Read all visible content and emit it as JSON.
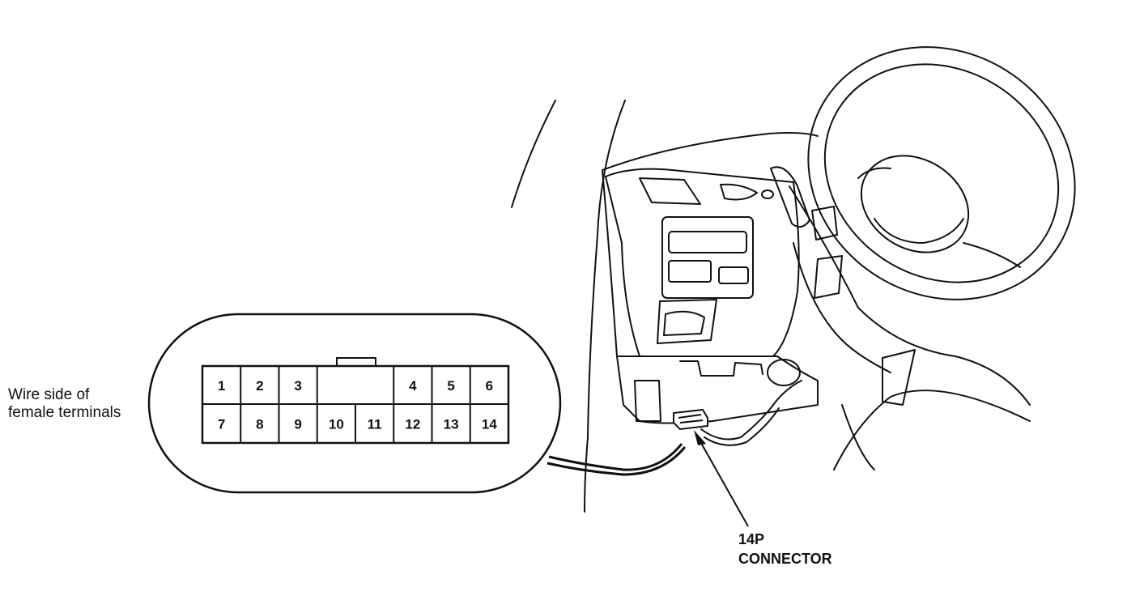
{
  "labels": {
    "wire_side_line1": "Wire side of",
    "wire_side_line2": "female terminals",
    "connector_line1": "14P",
    "connector_line2": "CONNECTOR"
  },
  "connector": {
    "top_row": [
      "1",
      "2",
      "3",
      "",
      "4",
      "5",
      "6"
    ],
    "bottom_row": [
      "7",
      "8",
      "9",
      "10",
      "11",
      "12",
      "13",
      "14"
    ]
  }
}
